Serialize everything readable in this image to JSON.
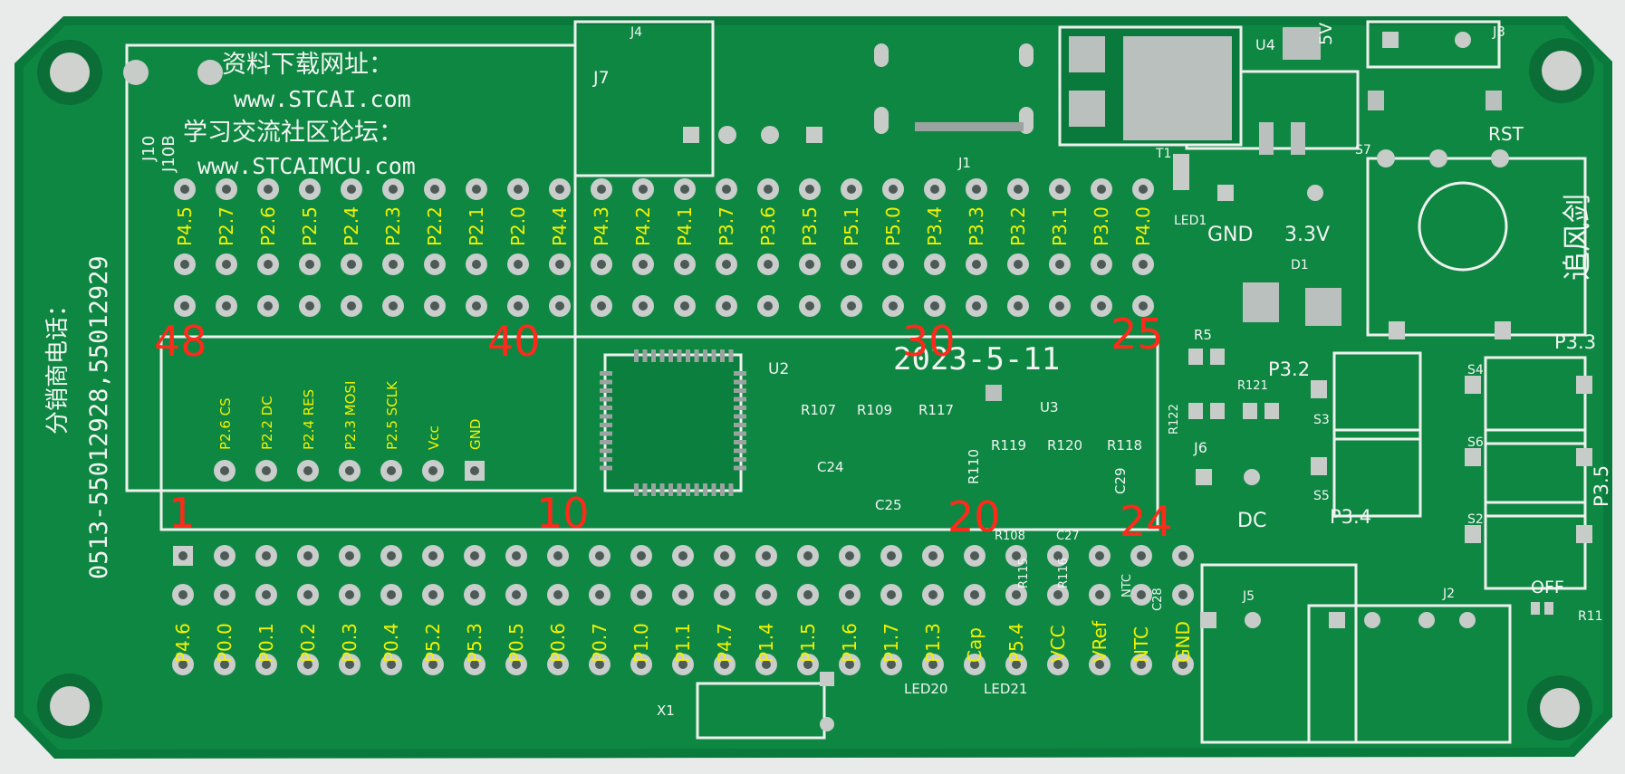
{
  "board": {
    "url_title": "资料下载网址：",
    "url": "www.STCAI.com",
    "forum_title": "学习交流社区论坛：",
    "forum_url": "www.STCAIMCU.com",
    "phone_label": "分销商电话：",
    "phone_number": "0513-55012928,55012929",
    "date": "2023-5-11",
    "brand": "追风剑"
  },
  "top_header_labels": [
    "P4.5",
    "P2.7",
    "P2.6",
    "P2.5",
    "P2.4",
    "P2.3",
    "P2.2",
    "P2.1",
    "P2.0",
    "P4.4",
    "P4.3",
    "P4.2",
    "P4.1",
    "P3.7",
    "P3.6",
    "P3.5",
    "P5.1",
    "P5.0",
    "P3.4",
    "P3.3",
    "P3.2",
    "P3.1",
    "P3.0",
    "P4.0"
  ],
  "bottom_header_labels": [
    "P4.6",
    "P0.0",
    "P0.1",
    "P0.2",
    "P0.3",
    "P0.4",
    "P5.2",
    "P5.3",
    "P0.5",
    "P0.6",
    "P0.7",
    "P1.0",
    "P1.1",
    "P4.7",
    "P1.4",
    "P1.5",
    "P1.6",
    "P1.7",
    "P1.3",
    "Cap",
    "P5.4",
    "VCC",
    "VRef",
    "NTC",
    "GND"
  ],
  "lcd_header_labels": [
    "P2.6 CS",
    "P2.2 DC",
    "P2.4 RES",
    "P2.3 MOSI",
    "P2.5 SCLK",
    "Vcc",
    "GND"
  ],
  "pin_numbers": [
    "48",
    "40",
    "30",
    "25",
    "1",
    "10",
    "20",
    "24"
  ],
  "designators": [
    "J4",
    "J7",
    "J1",
    "U4",
    "5V",
    "J3",
    "T1",
    "J10",
    "J10B",
    "RST",
    "LED1",
    "GND",
    "3.3V",
    "D1",
    "S7",
    "U2",
    "U3",
    "R5",
    "R121",
    "R122",
    "P3.2",
    "P3.3",
    "S4",
    "S3",
    "S6",
    "S5",
    "S2",
    "P3.4",
    "P3.5",
    "J6",
    "DC",
    "R107",
    "R109",
    "R117",
    "R119",
    "R120",
    "R118",
    "R110",
    "C24",
    "C25",
    "C29",
    "R108",
    "C27",
    "R115",
    "R116",
    "C28",
    "NTC",
    "J5",
    "J2",
    "OFF",
    "R11",
    "X1",
    "LED20",
    "LED21"
  ]
}
